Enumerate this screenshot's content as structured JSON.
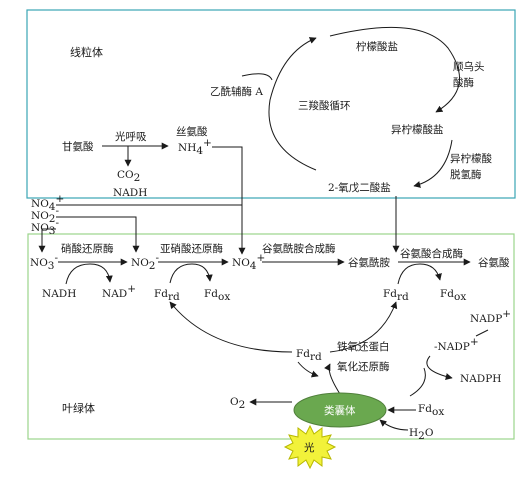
{
  "compartments": {
    "mitochondrion": "线粒体",
    "chloroplast": "叶绿体"
  },
  "mitochondrion": {
    "glycine": "甘氨酸",
    "photorespiration": "光呼吸",
    "serine": "丝氨酸",
    "ammonium": {
      "main": "NH",
      "sub": "4",
      "sup": "+"
    },
    "co2": {
      "main": "CO",
      "sub": "2"
    },
    "nadh": "NADH",
    "acetyl_coa": "乙酰辅酶 A",
    "tca_cycle": "三羧酸循环",
    "citrate": "柠檬酸盐",
    "aconitase": [
      "顺乌头",
      "酸酶"
    ],
    "isocitrate": "异柠檬酸盐",
    "isocitrate_dh": [
      "异柠檬酸",
      "脱氢酶"
    ],
    "alpha_kg": "2-氧戊二酸盐"
  },
  "inputs": {
    "nh4": {
      "main": "NO",
      "sub": "4",
      "sup": "+"
    },
    "no2": {
      "main": "NO",
      "sub": "2",
      "sup": "-"
    },
    "no3": {
      "main": "NO",
      "sub": "3",
      "sup": "-"
    }
  },
  "chloroplast": {
    "no3_main": {
      "main": "NO",
      "sub": "3",
      "sup": "-"
    },
    "nitrate_reductase": "硝酸还原酶",
    "no2_main": {
      "main": "NO",
      "sub": "2",
      "sup": "-"
    },
    "nitrite_reductase": "亚硝酸还原酶",
    "nh4_main": {
      "main": "NO",
      "sub": "4",
      "sup": "+"
    },
    "gs": "谷氨酰胺合成酶",
    "glutamine": "谷氨酰胺",
    "gogat": "谷氨酸合成酶",
    "glutamate": "谷氨酸",
    "nadh": "NADH",
    "nad": {
      "main": "NAD",
      "sup": "+"
    },
    "fd_rd_1": {
      "main": "Fd",
      "sub": "rd"
    },
    "fd_ox_1": {
      "main": "Fd",
      "sub": "ox"
    },
    "fd_rd_2": {
      "main": "Fd",
      "sub": "rd"
    },
    "fd_ox_2": {
      "main": "Fd",
      "sub": "ox"
    },
    "fd_rd_center": {
      "main": "Fd",
      "sub": "rd"
    },
    "fnr": [
      "铁氧还蛋白",
      "氧化还原酶"
    ],
    "nadp_plus": {
      "main": "NADP",
      "sup": "+"
    },
    "nadp_dash": {
      "main": "-NADP",
      "sup": "+"
    },
    "nadph": "NADPH",
    "fd_ox_bottom": {
      "main": "Fd",
      "sub": "ox"
    },
    "o2": {
      "main": "O",
      "sub": "2"
    },
    "h2o": {
      "main": "H",
      "sub": "2",
      "tail": "O"
    },
    "thylakoid": "类囊体",
    "light": "光"
  },
  "colors": {
    "mitochondrion_border": "#3aa5b5",
    "chloroplast_border": "#9bd48b",
    "thylakoid_fill": "#6aa84f",
    "sun_fill": "#f2f23a"
  }
}
